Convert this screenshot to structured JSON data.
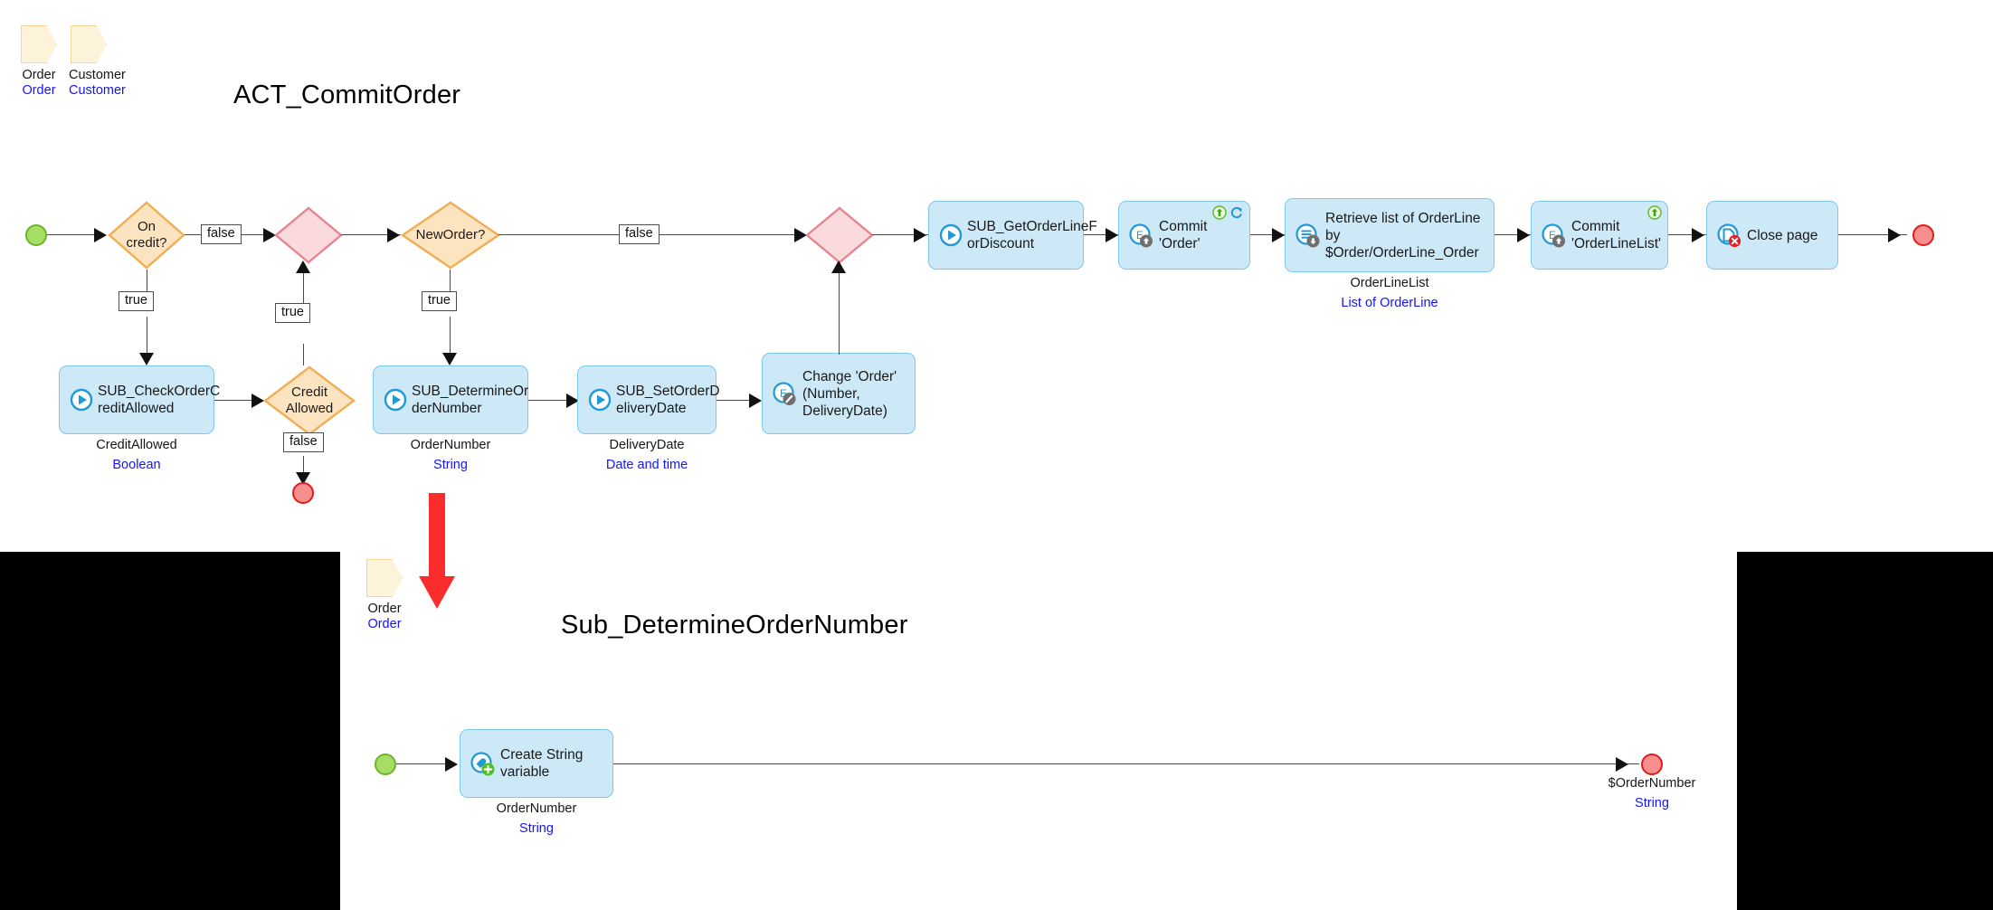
{
  "page": {
    "background": "#ffffff",
    "letterbox_color": "#000000"
  },
  "palette": {
    "activity_fill": "#cde8f7",
    "activity_border": "#7ec8ec",
    "decision_fill": "#fde4c0",
    "decision_border": "#f0ae54",
    "merge_fill": "#fadadd",
    "merge_border": "#e8848d",
    "parameter_fill": "#fdf3da",
    "parameter_border": "#f5d79a",
    "start_fill": "#a6de64",
    "start_border": "#6db32a",
    "end_fill": "#f78f8f",
    "end_border": "#e01b1b",
    "type_text": "#1414ff",
    "annotation_arrow": "#fb2c2c"
  },
  "microflows": [
    {
      "id": "act-commit-order",
      "title": "ACT_CommitOrder",
      "parameters": [
        {
          "name": "Order",
          "type": "Order",
          "icon": "parameter-icon"
        },
        {
          "name": "Customer",
          "type": "Customer",
          "icon": "parameter-icon"
        }
      ],
      "start_event": {
        "name": "start-event"
      },
      "end_events": [
        {
          "id": "end-credit-denied",
          "caption": "",
          "type": ""
        },
        {
          "id": "end-close-page",
          "caption": "",
          "type": ""
        }
      ],
      "decisions": [
        {
          "id": "on-credit",
          "label": "On\ncredit?",
          "kind": "decision"
        },
        {
          "id": "merge-credit",
          "label": "",
          "kind": "merge"
        },
        {
          "id": "new-order",
          "label": "NewOrder?",
          "kind": "decision"
        },
        {
          "id": "merge-new-order",
          "label": "",
          "kind": "merge"
        },
        {
          "id": "credit-allowed",
          "label": "Credit\nAllowed",
          "kind": "decision"
        }
      ],
      "activities": [
        {
          "id": "sub-check-order-credit-allowed",
          "label": "SUB_CheckOrderC\nreditAllowed",
          "icon": "microflow-call-icon",
          "caption_name": "CreditAllowed",
          "caption_type": "Boolean",
          "badges": []
        },
        {
          "id": "sub-determine-order-number",
          "label": "SUB_DetermineOr\nderNumber",
          "icon": "microflow-call-icon",
          "caption_name": "OrderNumber",
          "caption_type": "String",
          "badges": []
        },
        {
          "id": "sub-set-order-delivery-date",
          "label": "SUB_SetOrderD\neliveryDate",
          "icon": "microflow-call-icon",
          "caption_name": "DeliveryDate",
          "caption_type": "Date and time",
          "badges": []
        },
        {
          "id": "change-order",
          "label": "Change 'Order'\n(Number,\nDeliveryDate)",
          "icon": "change-object-icon",
          "caption_name": "",
          "caption_type": "",
          "badges": []
        },
        {
          "id": "sub-get-order-line-for-discount",
          "label": "SUB_GetOrderLineF\norDiscount",
          "icon": "microflow-call-icon",
          "caption_name": "",
          "caption_type": "",
          "badges": []
        },
        {
          "id": "commit-order",
          "label": "Commit 'Order'",
          "icon": "commit-object-icon",
          "caption_name": "",
          "caption_type": "",
          "badges": [
            "commit-arrow-badge",
            "refresh-badge"
          ]
        },
        {
          "id": "retrieve-order-line-list",
          "label": "Retrieve list of OrderLine by\n$Order/OrderLine_Order",
          "icon": "retrieve-icon",
          "caption_name": "OrderLineList",
          "caption_type": "List of OrderLine",
          "badges": []
        },
        {
          "id": "commit-order-line-list",
          "label": "Commit\n'OrderLineList'",
          "icon": "commit-object-icon",
          "caption_name": "",
          "caption_type": "",
          "badges": [
            "commit-arrow-badge"
          ]
        },
        {
          "id": "close-page",
          "label": "Close page",
          "icon": "close-page-icon",
          "caption_name": "",
          "caption_type": "",
          "badges": []
        }
      ],
      "connector_labels": [
        {
          "id": "on-credit-false",
          "text": "false"
        },
        {
          "id": "on-credit-true",
          "text": "true"
        },
        {
          "id": "credit-allowed-true",
          "text": "true"
        },
        {
          "id": "credit-allowed-false",
          "text": "false"
        },
        {
          "id": "new-order-false",
          "text": "false"
        },
        {
          "id": "new-order-true",
          "text": "true"
        }
      ]
    },
    {
      "id": "sub-determine-order-number-flow",
      "title": "Sub_DetermineOrderNumber",
      "parameters": [
        {
          "name": "Order",
          "type": "Order",
          "icon": "parameter-icon"
        }
      ],
      "start_event": {
        "name": "start-event"
      },
      "activities": [
        {
          "id": "create-string-variable",
          "label": "Create String\nvariable",
          "icon": "create-variable-icon",
          "caption_name": "OrderNumber",
          "caption_type": "String",
          "badges": []
        }
      ],
      "end_events": [
        {
          "id": "end-order-number",
          "caption": "$OrderNumber",
          "type": "String"
        }
      ]
    }
  ],
  "annotations": [
    {
      "id": "red-down-arrow",
      "name": "annotation-arrow-down",
      "color": "#fb2c2c"
    }
  ]
}
